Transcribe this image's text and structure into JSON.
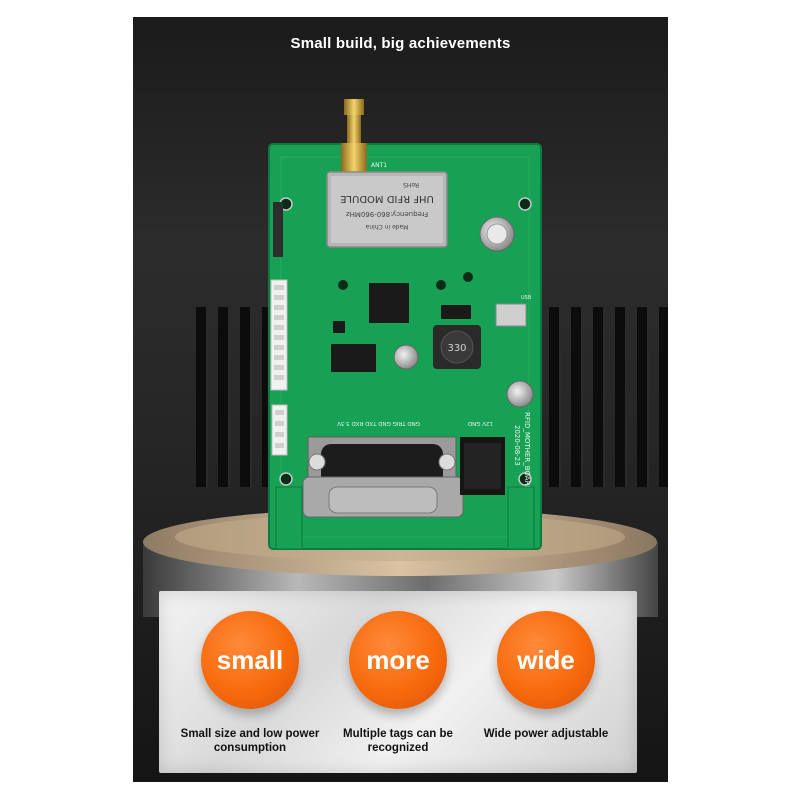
{
  "headline": "Small build, big achievements",
  "features": [
    {
      "word": "small",
      "caption": "Small size and low power consumption"
    },
    {
      "word": "more",
      "caption": "Multiple tags can be recognized"
    },
    {
      "word": "wide",
      "caption": "Wide power adjustable"
    }
  ],
  "board": {
    "module_label": "UHF RFID MODULE",
    "module_freq": "Frequency:860-960MHz",
    "module_made": "Made in China",
    "module_rohs": "RoHS",
    "board_name": "RFID_MOTHER_BOARD",
    "board_date": "2020-08-23",
    "inductor": "330",
    "pin_labels": "GND TRIG GND TXD RXD 3.3V",
    "usb_label": "USB",
    "ant_label": "ANT1",
    "power_label": "12V GND"
  },
  "colors": {
    "pcb": "#17a155",
    "accent": "#f76a0c",
    "background": "#1f1f1f"
  }
}
